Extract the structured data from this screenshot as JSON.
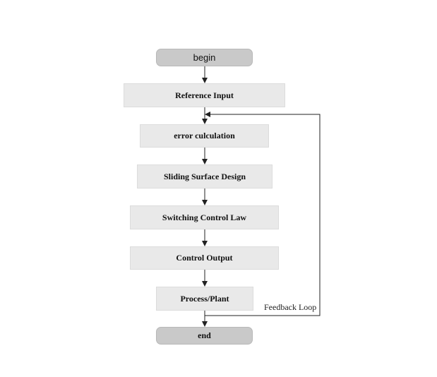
{
  "nodes": {
    "begin": "begin",
    "reference_input": "Reference Input",
    "error_calculation": "error culculation",
    "sliding_surface": "Sliding Surface Design",
    "switching_control": "Switching Control Law",
    "control_output": "Control Output",
    "process_plant": "Process/Plant",
    "end": "end"
  },
  "feedback_label": "Feedback Loop",
  "colors": {
    "terminal_fill": "#c9c9c9",
    "box_fill": "#e9e9e9",
    "line": "#222222"
  }
}
